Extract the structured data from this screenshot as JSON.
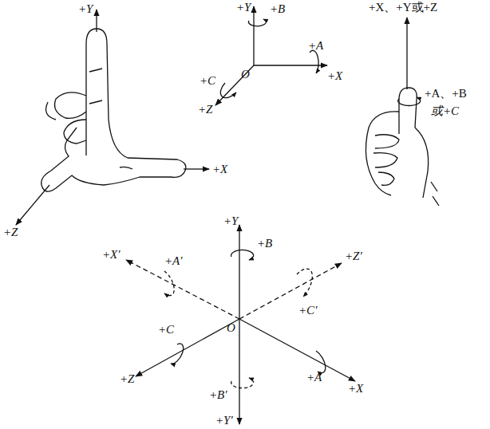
{
  "diagram": {
    "labels": [
      "+Y",
      "+Z",
      "+X",
      "+Y",
      "+B",
      "+A",
      "+X",
      "O",
      "+C",
      "+Z",
      "+X、+Y或+Z",
      "+A、+B",
      "或+C",
      "+Y",
      "+B",
      "+A′",
      "+X′",
      "+Z′",
      "O",
      "+C′",
      "+C",
      "+Z",
      "+B′",
      "+A",
      "+X",
      "+Y′"
    ]
  }
}
